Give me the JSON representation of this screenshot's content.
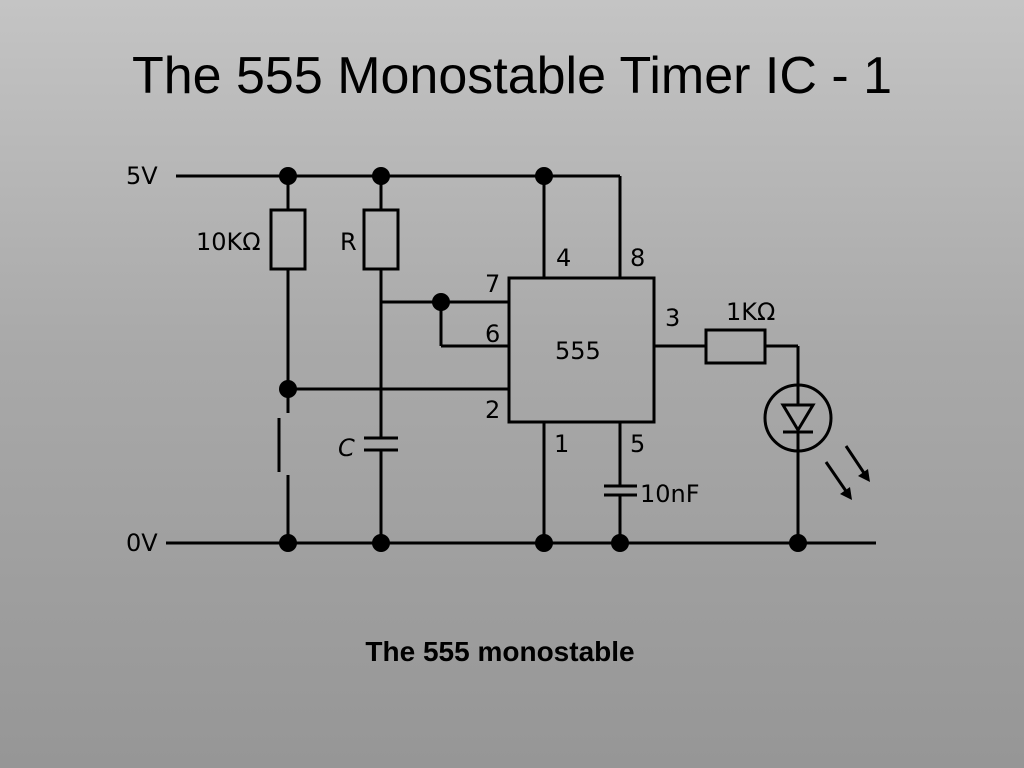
{
  "slide": {
    "title": "The 555 Monostable Timer IC - 1",
    "caption": "The 555 monostable"
  },
  "diagram": {
    "rails": {
      "supply": "5V",
      "ground": "0V"
    },
    "components": {
      "pullup_resistor": "10KΩ",
      "timing_resistor": "R",
      "timing_capacitor": "C",
      "control_capacitor": "10nF",
      "led_resistor": "1KΩ",
      "ic": "555"
    },
    "pins": {
      "p4": "4",
      "p8": "8",
      "p7": "7",
      "p6": "6",
      "p3": "3",
      "p2": "2",
      "p1": "1",
      "p5": "5"
    }
  }
}
